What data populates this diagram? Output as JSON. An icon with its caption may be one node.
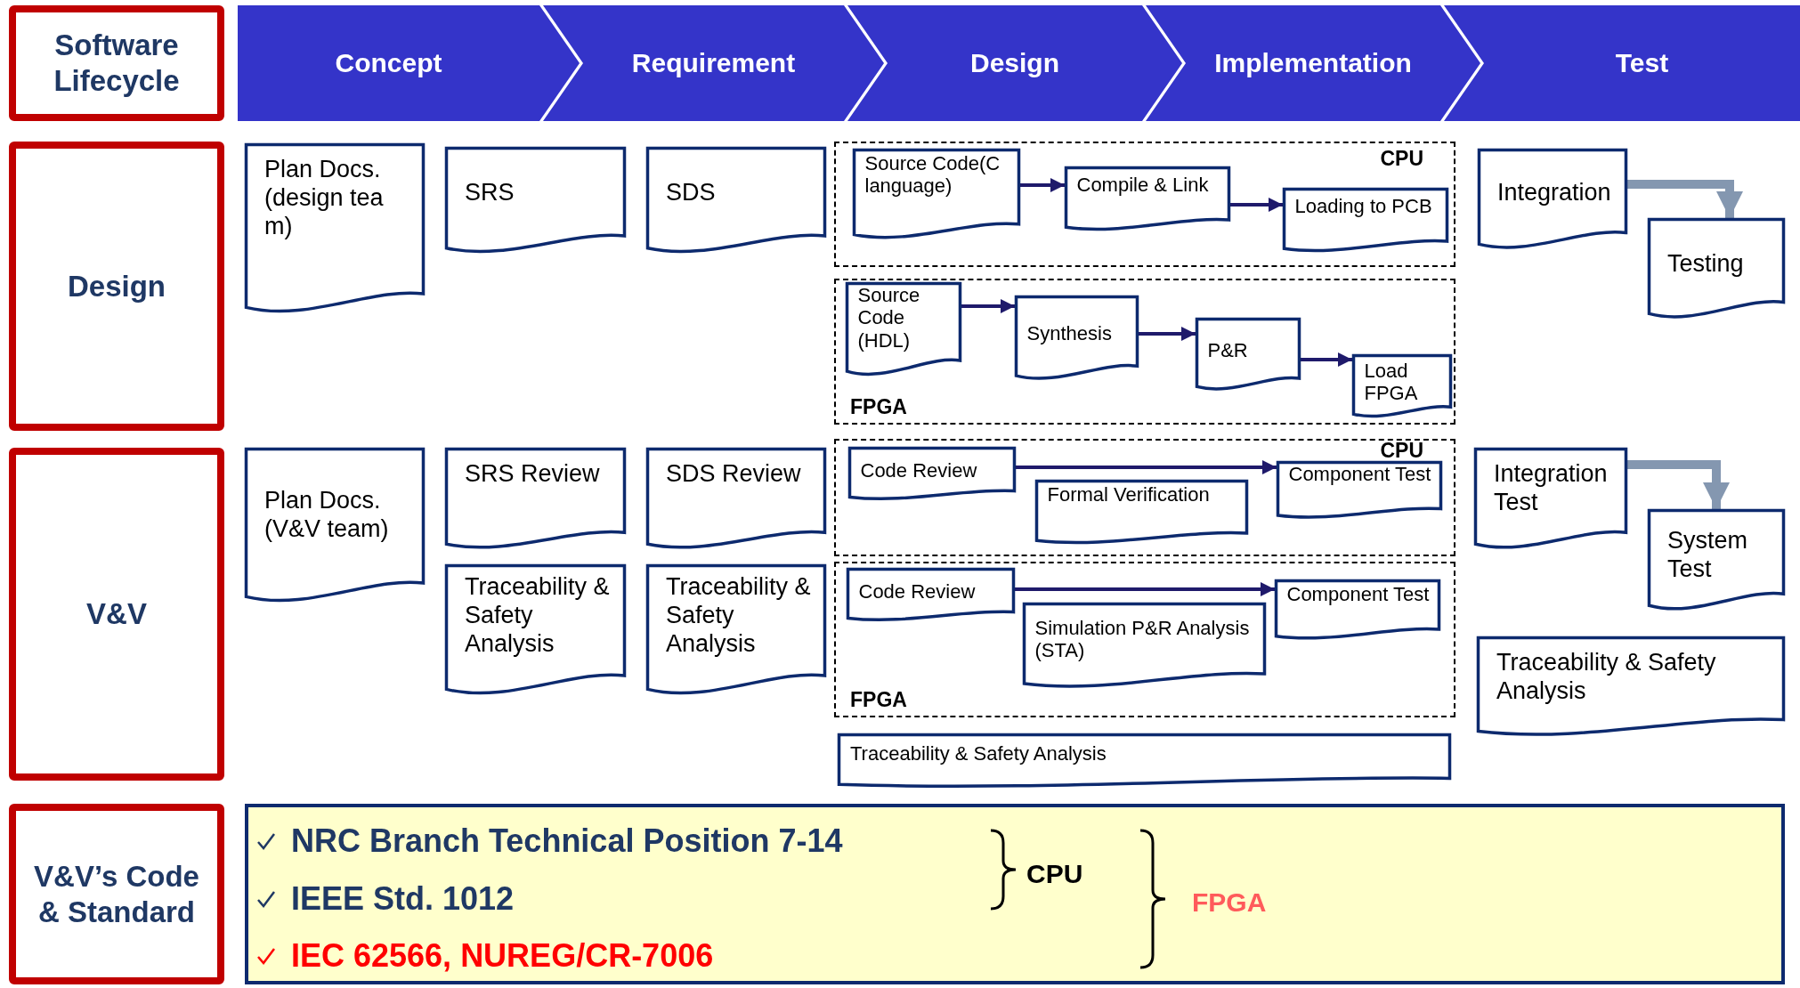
{
  "diagram": {
    "nodes": [
      {
        "text": [
          "Software Lifecycle"
        ]
      },
      {
        "text": [
          "Concept"
        ]
      },
      {
        "text": [
          "Requirement"
        ]
      },
      {
        "text": [
          "Design"
        ]
      },
      {
        "text": [
          "Implementation"
        ]
      },
      {
        "text": [
          "Test"
        ]
      },
      {
        "text": [
          "Design"
        ]
      },
      {
        "text": [
          "Plan Docs. (design tea m)"
        ]
      },
      {
        "text": [
          "SRS"
        ]
      },
      {
        "text": [
          "SDS"
        ]
      },
      {
        "text": [
          "CPU"
        ]
      },
      {
        "text": [
          "Source Code(C language)"
        ],
        "in": 10
      },
      {
        "text": [
          "Compile & Link"
        ],
        "in": 10
      },
      {
        "text": [
          "Loading to PCB"
        ],
        "in": 10
      },
      {
        "text": [
          "FPGA"
        ]
      },
      {
        "text": [
          "Source Code (HDL)"
        ],
        "in": 14
      },
      {
        "text": [
          "Synthesis"
        ],
        "in": 14
      },
      {
        "text": [
          "P&R"
        ],
        "in": 14
      },
      {
        "text": [
          "Load FPGA"
        ],
        "in": 14
      },
      {
        "text": [
          "Integration"
        ]
      },
      {
        "text": [
          "Testing"
        ]
      },
      {
        "text": [
          "V&V"
        ]
      },
      {
        "text": [
          "Plan Docs. (V&V team)"
        ]
      },
      {
        "text": [
          "SRS Review"
        ]
      },
      {
        "text": [
          "Traceability & Safety Analysis"
        ]
      },
      {
        "text": [
          "SDS Review"
        ]
      },
      {
        "text": [
          "Traceability & Safety Analysis"
        ]
      },
      {
        "text": [
          "CPU"
        ]
      },
      {
        "text": [
          "Code Review"
        ],
        "in": 27
      },
      {
        "text": [
          "Formal Verification"
        ],
        "in": 27
      },
      {
        "text": [
          "Component Test"
        ],
        "in": 27
      },
      {
        "text": [
          "FPGA"
        ]
      },
      {
        "text": [
          "Code Review"
        ],
        "in": 31
      },
      {
        "text": [
          "Simulation P&R Analysis (STA)"
        ],
        "in": 31
      },
      {
        "text": [
          "Component Test"
        ],
        "in": 31
      },
      {
        "text": [
          "Traceability & Safety Analysis"
        ]
      },
      {
        "text": [
          "Integration Test"
        ]
      },
      {
        "text": [
          "System Test"
        ]
      },
      {
        "text": [
          "Traceability & Safety Analysis"
        ]
      },
      {
        "text": [
          "V&V’s Code & Standard"
        ]
      },
      {
        "text": [
          "NRC Branch Technical Position 7-14",
          "IEEE Std. 1012",
          "IEC 62566, NUREG/CR-7006",
          "CPU",
          "FPGA"
        ]
      }
    ],
    "edges": [
      {
        "from": 11,
        "to": 12,
        "arrow": "to"
      },
      {
        "from": 12,
        "to": 13,
        "arrow": "to"
      },
      {
        "from": 15,
        "to": 16,
        "arrow": "to"
      },
      {
        "from": 16,
        "to": 17,
        "arrow": "to"
      },
      {
        "from": 17,
        "to": 18,
        "arrow": "to"
      },
      {
        "from": 19,
        "to": 20,
        "arrow": "to",
        "style": "thick",
        "color": "#8497b0"
      },
      {
        "from": 28,
        "to": 30,
        "arrow": "to"
      },
      {
        "from": 32,
        "to": 34,
        "arrow": "to"
      },
      {
        "from": 36,
        "to": 37,
        "arrow": "to",
        "style": "thick",
        "color": "#8497b0"
      }
    ]
  }
}
